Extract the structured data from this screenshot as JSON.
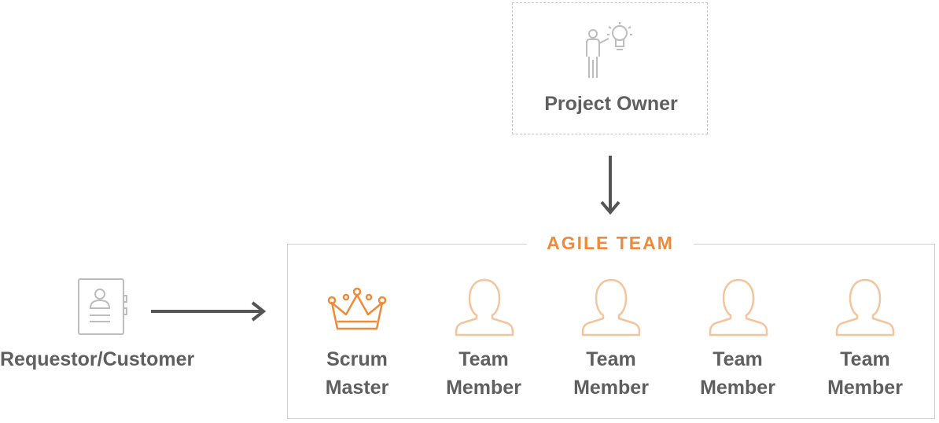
{
  "project_owner": {
    "label": "Project Owner",
    "icon": "person-idea-icon"
  },
  "requestor": {
    "label": "Requestor/Customer",
    "icon": "contact-card-icon"
  },
  "agile_team": {
    "title": "AGILE TEAM",
    "members": [
      {
        "label_line1": "Scrum",
        "label_line2": "Master",
        "icon": "crown-icon"
      },
      {
        "label_line1": "Team",
        "label_line2": "Member",
        "icon": "person-icon"
      },
      {
        "label_line1": "Team",
        "label_line2": "Member",
        "icon": "person-icon"
      },
      {
        "label_line1": "Team",
        "label_line2": "Member",
        "icon": "person-icon"
      },
      {
        "label_line1": "Team",
        "label_line2": "Member",
        "icon": "person-icon"
      }
    ]
  },
  "colors": {
    "accent": "#ef8a3a",
    "member_icon": "#f4c59c",
    "text": "#5f5f5f",
    "arrow": "#555555",
    "border": "#cfcfcf",
    "gray_icon": "#bdbdbd"
  }
}
